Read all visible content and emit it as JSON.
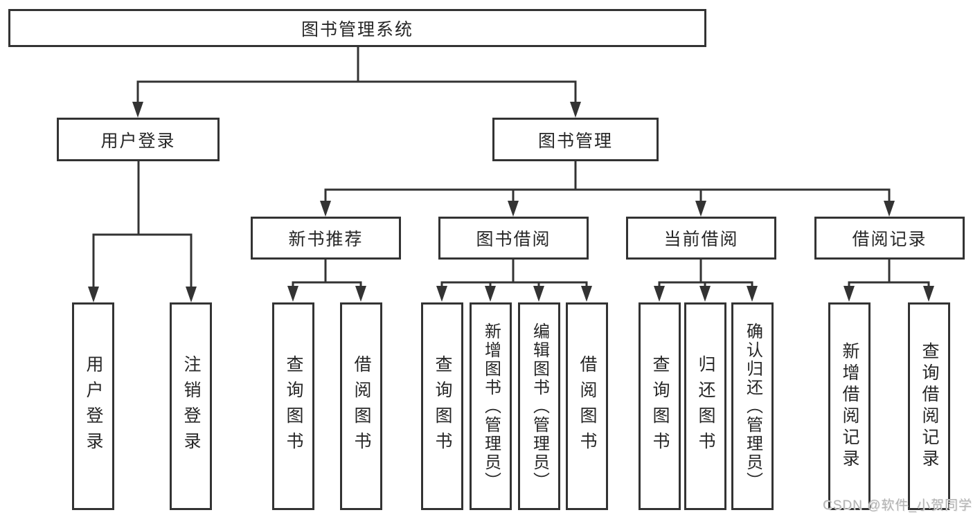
{
  "diagram": {
    "root": {
      "label": "图书管理系统"
    },
    "level2": [
      {
        "label": "用户登录"
      },
      {
        "label": "图书管理"
      }
    ],
    "level3": [
      {
        "label": "新书推荐"
      },
      {
        "label": "图书借阅"
      },
      {
        "label": "当前借阅"
      },
      {
        "label": "借阅记录"
      }
    ],
    "leaves": {
      "user_login": [
        {
          "label": "用户登录"
        },
        {
          "label": "注销登录"
        }
      ],
      "new_book": [
        {
          "label": "查询图书"
        },
        {
          "label": "借阅图书"
        }
      ],
      "book_borrow": [
        {
          "label": "查询图书"
        },
        {
          "label": "新增图书（管理员）"
        },
        {
          "label": "编辑图书（管理员）"
        },
        {
          "label": "借阅图书"
        }
      ],
      "current_borrow": [
        {
          "label": "查询图书"
        },
        {
          "label": "归还图书"
        },
        {
          "label": "确认归还（管理员）"
        }
      ],
      "borrow_record": [
        {
          "label": "新增借阅记录"
        },
        {
          "label": "查询借阅记录"
        }
      ]
    }
  },
  "watermark": {
    "text": "CSDN @软件_小贺同学"
  },
  "colors": {
    "line": "#333333",
    "text": "#262626",
    "background": "#ffffff",
    "watermark": "#b3b3b3"
  }
}
